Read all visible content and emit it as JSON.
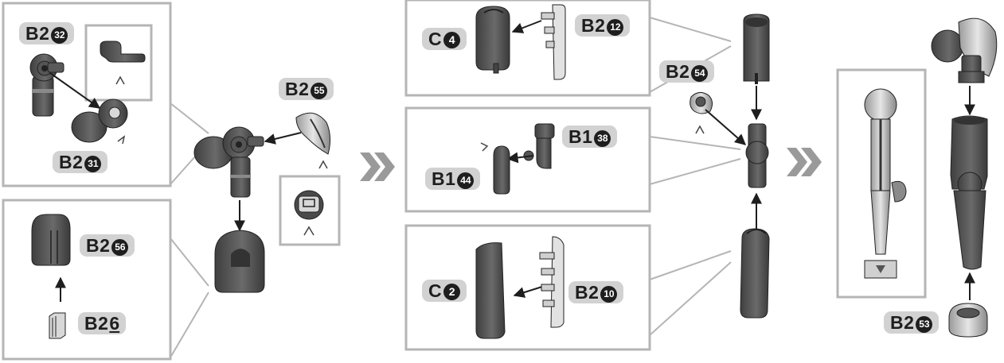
{
  "labels": {
    "b2_32": {
      "prefix": "B2",
      "num": "32"
    },
    "b2_31": {
      "prefix": "B2",
      "num": "31"
    },
    "b2_55": {
      "prefix": "B2",
      "num": "55"
    },
    "b2_56": {
      "prefix": "B2",
      "num": "56"
    },
    "b2_6": {
      "prefix": "B2",
      "num": "6"
    },
    "c_4": {
      "prefix": "C",
      "num": "4"
    },
    "b2_12": {
      "prefix": "B2",
      "num": "12"
    },
    "b1_38": {
      "prefix": "B1",
      "num": "38"
    },
    "b1_44": {
      "prefix": "B1",
      "num": "44"
    },
    "c_2": {
      "prefix": "C",
      "num": "2"
    },
    "b2_10": {
      "prefix": "B2",
      "num": "10"
    },
    "b2_54": {
      "prefix": "B2",
      "num": "54"
    },
    "b2_53": {
      "prefix": "B2",
      "num": "53"
    }
  },
  "colors": {
    "part_dark": "#4d4d4d",
    "part_mid": "#6e6e6e",
    "part_light": "#bdbdbd",
    "frame": "#b5b5b5",
    "label_bg": "#d2d2d2",
    "arrow": "#8c8c8c"
  },
  "icons": [
    "step-chevron-icon",
    "tab-slot-icon",
    "attach-tick-icon"
  ]
}
